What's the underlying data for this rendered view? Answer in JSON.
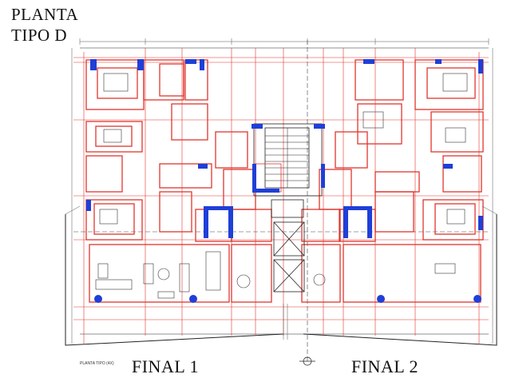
{
  "drawing": {
    "title_line1": "PLANTA",
    "title_line2": "TIPO D",
    "unit_left": "FINAL 1",
    "unit_right": "FINAL 2",
    "sheet_note": "PLANTA TIPO (4X)"
  },
  "colors": {
    "wall_red": "#e0352e",
    "column_blue": "#1f3fd8",
    "line_dark": "#222222",
    "line_grey": "#8a8a8a"
  }
}
